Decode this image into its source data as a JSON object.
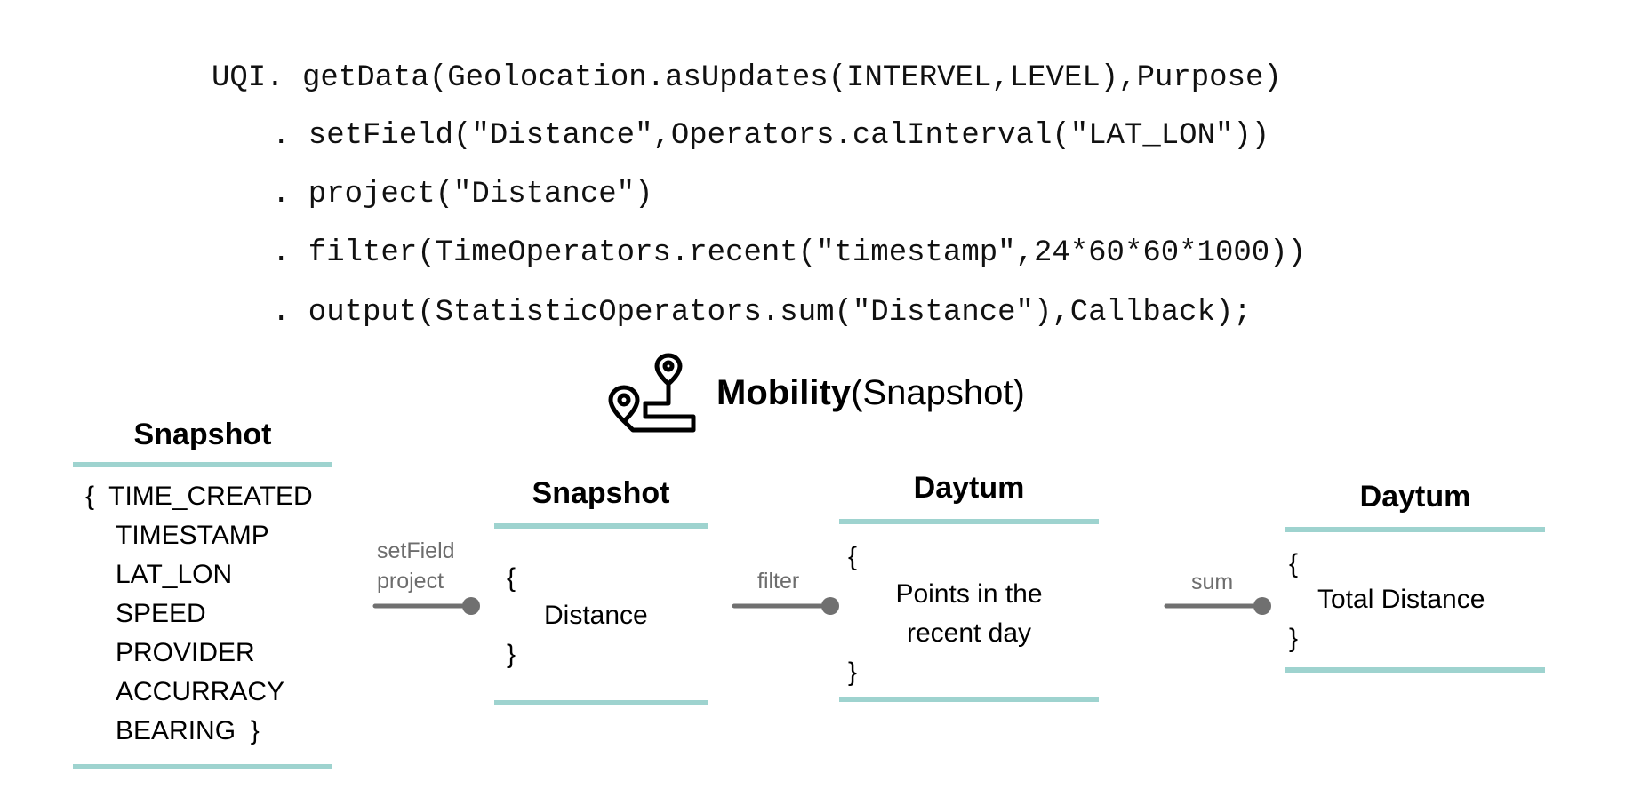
{
  "code": {
    "lines": [
      "UQI. getData(Geolocation.asUpdates(INTERVEL,LEVEL),Purpose)",
      ". setField(\"Distance\",Operators.calInterval(\"LAT_LON\"))",
      ". project(\"Distance\")",
      ". filter(TimeOperators.recent(\"timestamp\",24*60*60*1000))",
      ". output(StatisticOperators.sum(\"Distance\"),Callback);"
    ]
  },
  "heading": {
    "bold": "Mobility",
    "suffix": "(Snapshot)",
    "icon": "location-route-icon"
  },
  "boxes": [
    {
      "title": "Snapshot",
      "lines": [
        "{  TIME_CREATED",
        "TIMESTAMP",
        "LAT_LON",
        "SPEED",
        "PROVIDER",
        "ACCURRACY",
        "BEARING  }"
      ]
    },
    {
      "title": "Snapshot",
      "lines": [
        "{",
        "Distance",
        "}"
      ]
    },
    {
      "title": "Daytum",
      "lines": [
        "{",
        "Points in the",
        "recent day",
        "}"
      ]
    },
    {
      "title": "Daytum",
      "lines": [
        "{",
        "Total Distance",
        "}"
      ]
    }
  ],
  "operators": [
    {
      "labels": [
        "setField",
        "project"
      ]
    },
    {
      "labels": [
        "filter"
      ]
    },
    {
      "labels": [
        "sum"
      ]
    }
  ],
  "colors": {
    "rule": "#9ed3cf",
    "connector": "#707070",
    "operator_text": "#6d6d6d"
  }
}
